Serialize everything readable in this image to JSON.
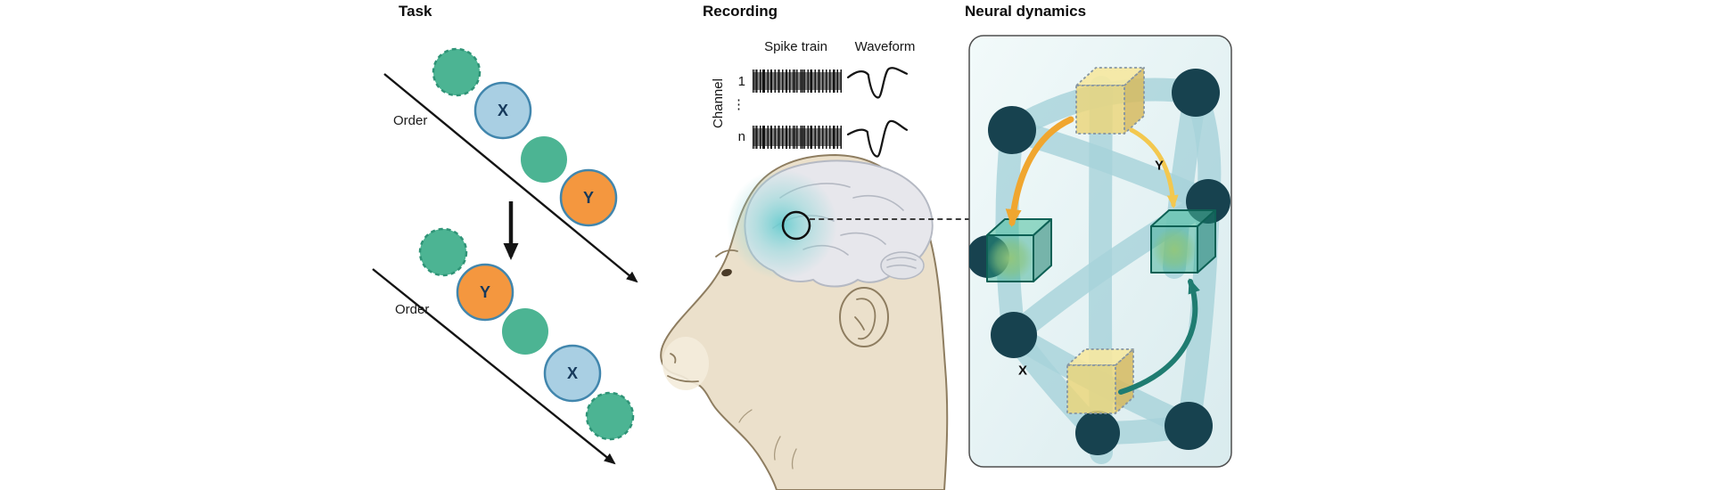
{
  "panels": {
    "task": {
      "title": "Task",
      "order_label_top": "Order",
      "order_label_bottom": "Order",
      "circle_x_label": "X",
      "circle_y_label": "Y"
    },
    "recording": {
      "title": "Recording",
      "spike_train_header": "Spike train",
      "waveform_header": "Waveform",
      "channel_axis_label": "Channel",
      "channel_row_first": "1",
      "channel_row_ellipsis": "⋮",
      "channel_row_last": "n"
    },
    "neural": {
      "title": "Neural dynamics",
      "cube_top_label": "Y",
      "cube_bottom_label": "X"
    }
  },
  "colors": {
    "green": "#4cb493",
    "green_stroke": "#2f9477",
    "blue": "#a9cfe3",
    "orange": "#f4973f",
    "circle_border": "#4186ad",
    "letter": "#16395b",
    "node": "#17424f",
    "band": "#a6d2da",
    "cube_green_dark": "#0e6155",
    "arrow_orange": "#f0a62f",
    "arrow_teal": "#1f7c71",
    "arrow_yellow": "#f3c84f",
    "skin": "#ebe0cb",
    "skin_light": "#f4ecdc",
    "outline": "#8e7d60",
    "brain": "#e7e7ec",
    "brain_stroke": "#b5b9c3",
    "glow": "#58c5c9",
    "ink": "#141414"
  }
}
